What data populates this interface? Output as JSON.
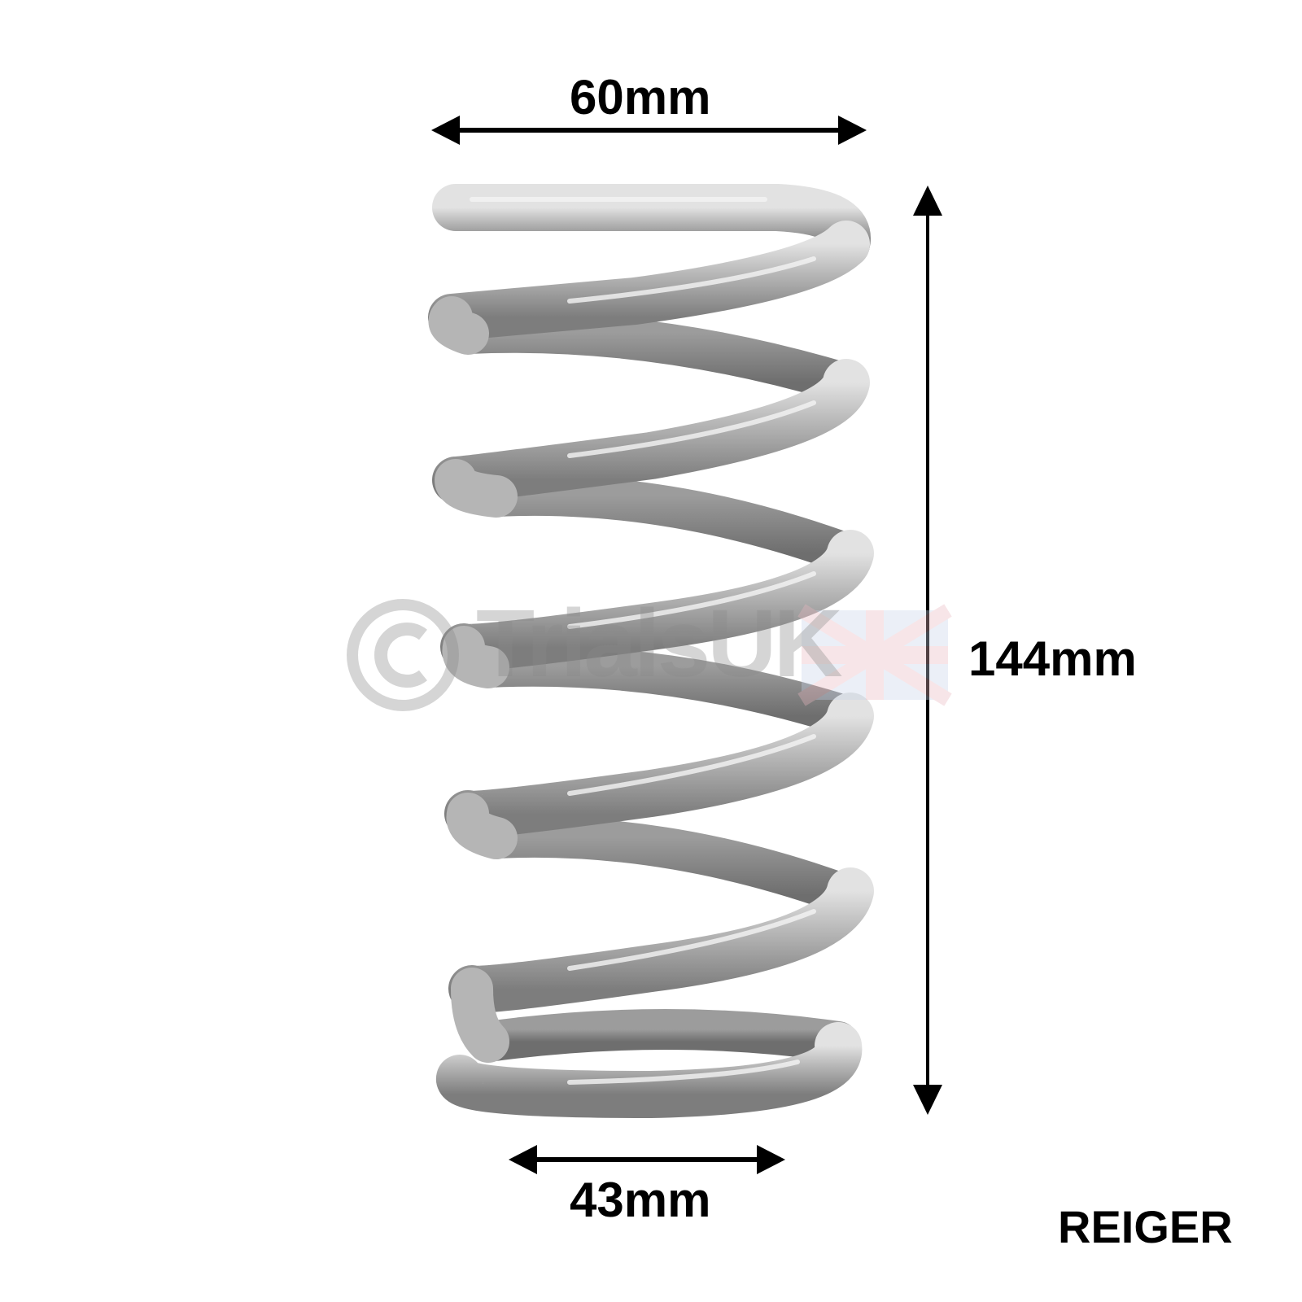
{
  "dimensions": {
    "top_width": "60mm",
    "bottom_width": "43mm",
    "height": "144mm"
  },
  "brand": "REIGER",
  "watermark": {
    "text": "TrialsUK",
    "symbol": "©"
  },
  "colors": {
    "background": "#ffffff",
    "spring": "#a8a8a8",
    "arrow": "#000000"
  }
}
